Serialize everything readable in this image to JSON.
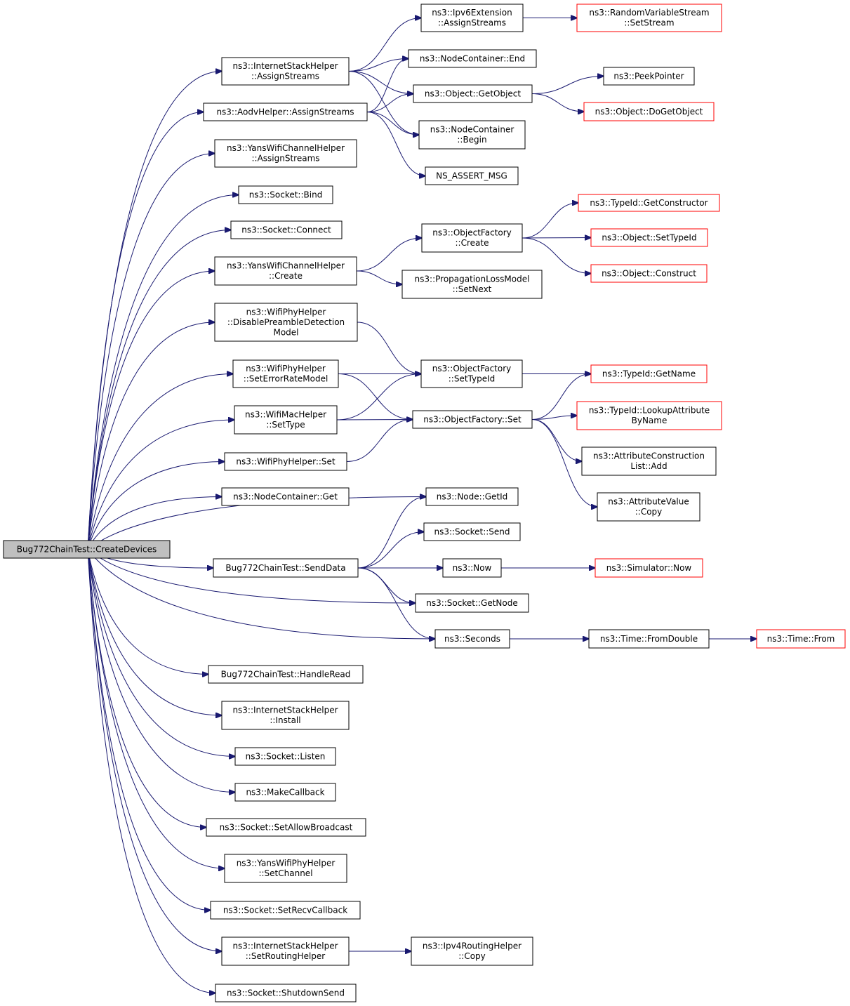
{
  "nodes": [
    {
      "id": "root",
      "lines": [
        "Bug772ChainTest::CreateDevices"
      ],
      "style": "root"
    },
    {
      "id": "ish_assign",
      "lines": [
        "ns3::InternetStackHelper",
        "::AssignStreams"
      ],
      "style": "normal"
    },
    {
      "id": "aodv_assign",
      "lines": [
        "ns3::AodvHelper::AssignStreams"
      ],
      "style": "normal"
    },
    {
      "id": "yans_ch_assign",
      "lines": [
        "ns3::YansWifiChannelHelper",
        "::AssignStreams"
      ],
      "style": "normal"
    },
    {
      "id": "sock_bind",
      "lines": [
        "ns3::Socket::Bind"
      ],
      "style": "normal"
    },
    {
      "id": "sock_connect",
      "lines": [
        "ns3::Socket::Connect"
      ],
      "style": "normal"
    },
    {
      "id": "yans_ch_create",
      "lines": [
        "ns3::YansWifiChannelHelper",
        "::Create"
      ],
      "style": "normal"
    },
    {
      "id": "wph_disable",
      "lines": [
        "ns3::WifiPhyHelper",
        "::DisablePreambleDetection",
        "Model"
      ],
      "style": "normal"
    },
    {
      "id": "wph_seterr",
      "lines": [
        "ns3::WifiPhyHelper",
        "::SetErrorRateModel"
      ],
      "style": "normal"
    },
    {
      "id": "wmh_settype",
      "lines": [
        "ns3::WifiMacHelper",
        "::SetType"
      ],
      "style": "normal"
    },
    {
      "id": "wph_set",
      "lines": [
        "ns3::WifiPhyHelper::Set"
      ],
      "style": "normal"
    },
    {
      "id": "nc_get",
      "lines": [
        "ns3::NodeContainer::Get"
      ],
      "style": "normal"
    },
    {
      "id": "senddata",
      "lines": [
        "Bug772ChainTest::SendData"
      ],
      "style": "normal"
    },
    {
      "id": "handleread",
      "lines": [
        "Bug772ChainTest::HandleRead"
      ],
      "style": "normal"
    },
    {
      "id": "ish_install",
      "lines": [
        "ns3::InternetStackHelper",
        "::Install"
      ],
      "style": "normal"
    },
    {
      "id": "sock_listen",
      "lines": [
        "ns3::Socket::Listen"
      ],
      "style": "normal"
    },
    {
      "id": "makecallback",
      "lines": [
        "ns3::MakeCallback"
      ],
      "style": "normal"
    },
    {
      "id": "sock_allowbc",
      "lines": [
        "ns3::Socket::SetAllowBroadcast"
      ],
      "style": "normal"
    },
    {
      "id": "yans_phy_setch",
      "lines": [
        "ns3::YansWifiPhyHelper",
        "::SetChannel"
      ],
      "style": "normal"
    },
    {
      "id": "sock_setrecv",
      "lines": [
        "ns3::Socket::SetRecvCallback"
      ],
      "style": "normal"
    },
    {
      "id": "ish_setrouting",
      "lines": [
        "ns3::InternetStackHelper",
        "::SetRoutingHelper"
      ],
      "style": "normal"
    },
    {
      "id": "sock_shutdown",
      "lines": [
        "ns3::Socket::ShutdownSend"
      ],
      "style": "normal"
    },
    {
      "id": "ipv6ext_assign",
      "lines": [
        "ns3::Ipv6Extension",
        "::AssignStreams"
      ],
      "style": "normal"
    },
    {
      "id": "nc_end",
      "lines": [
        "ns3::NodeContainer::End"
      ],
      "style": "normal"
    },
    {
      "id": "obj_getobject",
      "lines": [
        "ns3::Object::GetObject"
      ],
      "style": "normal"
    },
    {
      "id": "nc_begin",
      "lines": [
        "ns3::NodeContainer",
        "::Begin"
      ],
      "style": "normal"
    },
    {
      "id": "ns_assert",
      "lines": [
        "NS_ASSERT_MSG"
      ],
      "style": "normal"
    },
    {
      "id": "of_create",
      "lines": [
        "ns3::ObjectFactory",
        "::Create"
      ],
      "style": "normal"
    },
    {
      "id": "plm_setnext",
      "lines": [
        "ns3::PropagationLossModel",
        "::SetNext"
      ],
      "style": "normal"
    },
    {
      "id": "of_settypeid",
      "lines": [
        "ns3::ObjectFactory",
        "::SetTypeId"
      ],
      "style": "normal"
    },
    {
      "id": "of_set",
      "lines": [
        "ns3::ObjectFactory::Set"
      ],
      "style": "normal"
    },
    {
      "id": "node_getid",
      "lines": [
        "ns3::Node::GetId"
      ],
      "style": "normal"
    },
    {
      "id": "sock_send",
      "lines": [
        "ns3::Socket::Send"
      ],
      "style": "normal"
    },
    {
      "id": "now",
      "lines": [
        "ns3::Now"
      ],
      "style": "normal"
    },
    {
      "id": "sock_getnode",
      "lines": [
        "ns3::Socket::GetNode"
      ],
      "style": "normal"
    },
    {
      "id": "seconds",
      "lines": [
        "ns3::Seconds"
      ],
      "style": "normal"
    },
    {
      "id": "ipv4rh_copy",
      "lines": [
        "ns3::Ipv4RoutingHelper",
        "::Copy"
      ],
      "style": "normal"
    },
    {
      "id": "rvs_setstream",
      "lines": [
        "ns3::RandomVariableStream",
        "::SetStream"
      ],
      "style": "red"
    },
    {
      "id": "peekpointer",
      "lines": [
        "ns3::PeekPointer"
      ],
      "style": "normal"
    },
    {
      "id": "obj_dogetobject",
      "lines": [
        "ns3::Object::DoGetObject"
      ],
      "style": "red"
    },
    {
      "id": "tid_getctor",
      "lines": [
        "ns3::TypeId::GetConstructor"
      ],
      "style": "red"
    },
    {
      "id": "obj_settypeid",
      "lines": [
        "ns3::Object::SetTypeId"
      ],
      "style": "red"
    },
    {
      "id": "obj_construct",
      "lines": [
        "ns3::Object::Construct"
      ],
      "style": "red"
    },
    {
      "id": "tid_getname",
      "lines": [
        "ns3::TypeId::GetName"
      ],
      "style": "red"
    },
    {
      "id": "tid_lookup",
      "lines": [
        "ns3::TypeId::LookupAttribute",
        "ByName"
      ],
      "style": "red"
    },
    {
      "id": "acl_add",
      "lines": [
        "ns3::AttributeConstruction",
        "List::Add"
      ],
      "style": "normal"
    },
    {
      "id": "av_copy",
      "lines": [
        "ns3::AttributeValue",
        "::Copy"
      ],
      "style": "normal"
    },
    {
      "id": "sim_now",
      "lines": [
        "ns3::Simulator::Now"
      ],
      "style": "red"
    },
    {
      "id": "time_fromdouble",
      "lines": [
        "ns3::Time::FromDouble"
      ],
      "style": "normal"
    },
    {
      "id": "time_from",
      "lines": [
        "ns3::Time::From"
      ],
      "style": "red"
    }
  ],
  "edges": [
    [
      "root",
      "ish_assign"
    ],
    [
      "root",
      "aodv_assign"
    ],
    [
      "root",
      "yans_ch_assign"
    ],
    [
      "root",
      "sock_bind"
    ],
    [
      "root",
      "sock_connect"
    ],
    [
      "root",
      "yans_ch_create"
    ],
    [
      "root",
      "wph_disable"
    ],
    [
      "root",
      "wph_seterr"
    ],
    [
      "root",
      "wmh_settype"
    ],
    [
      "root",
      "wph_set"
    ],
    [
      "root",
      "nc_get"
    ],
    [
      "root",
      "node_getid"
    ],
    [
      "root",
      "senddata"
    ],
    [
      "root",
      "sock_getnode"
    ],
    [
      "root",
      "seconds"
    ],
    [
      "root",
      "handleread"
    ],
    [
      "root",
      "ish_install"
    ],
    [
      "root",
      "sock_listen"
    ],
    [
      "root",
      "makecallback"
    ],
    [
      "root",
      "sock_allowbc"
    ],
    [
      "root",
      "yans_phy_setch"
    ],
    [
      "root",
      "sock_setrecv"
    ],
    [
      "root",
      "ish_setrouting"
    ],
    [
      "root",
      "sock_shutdown"
    ],
    [
      "ish_assign",
      "ipv6ext_assign"
    ],
    [
      "ish_assign",
      "nc_end"
    ],
    [
      "ish_assign",
      "obj_getobject"
    ],
    [
      "ish_assign",
      "nc_begin"
    ],
    [
      "aodv_assign",
      "nc_end"
    ],
    [
      "aodv_assign",
      "obj_getobject"
    ],
    [
      "aodv_assign",
      "nc_begin"
    ],
    [
      "aodv_assign",
      "ns_assert"
    ],
    [
      "ipv6ext_assign",
      "rvs_setstream"
    ],
    [
      "obj_getobject",
      "peekpointer"
    ],
    [
      "obj_getobject",
      "obj_dogetobject"
    ],
    [
      "yans_ch_create",
      "of_create"
    ],
    [
      "yans_ch_create",
      "plm_setnext"
    ],
    [
      "of_create",
      "tid_getctor"
    ],
    [
      "of_create",
      "obj_settypeid"
    ],
    [
      "of_create",
      "obj_construct"
    ],
    [
      "wph_disable",
      "of_settypeid"
    ],
    [
      "wph_seterr",
      "of_settypeid"
    ],
    [
      "wph_seterr",
      "of_set"
    ],
    [
      "wmh_settype",
      "of_settypeid"
    ],
    [
      "wmh_settype",
      "of_set"
    ],
    [
      "wph_set",
      "of_set"
    ],
    [
      "of_settypeid",
      "tid_getname"
    ],
    [
      "of_set",
      "tid_getname"
    ],
    [
      "of_set",
      "tid_lookup"
    ],
    [
      "of_set",
      "acl_add"
    ],
    [
      "of_set",
      "av_copy"
    ],
    [
      "senddata",
      "node_getid"
    ],
    [
      "senddata",
      "sock_send"
    ],
    [
      "senddata",
      "now"
    ],
    [
      "senddata",
      "sock_getnode"
    ],
    [
      "senddata",
      "seconds"
    ],
    [
      "now",
      "sim_now"
    ],
    [
      "seconds",
      "time_fromdouble"
    ],
    [
      "time_fromdouble",
      "time_from"
    ],
    [
      "ish_setrouting",
      "ipv4rh_copy"
    ]
  ],
  "colors": {
    "edge": "#191970",
    "node_border": "#000000",
    "red_border": "#ff0000",
    "root_fill": "#bfbfbf",
    "node_fill": "#ffffff"
  }
}
